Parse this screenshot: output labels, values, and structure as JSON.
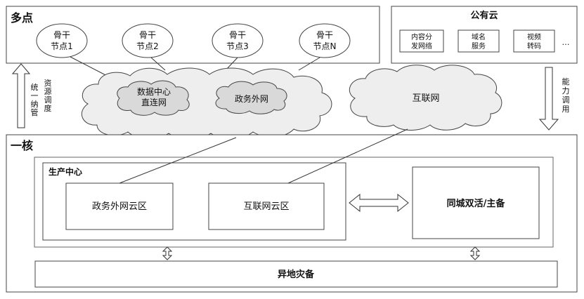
{
  "multi_point": {
    "title": "多点",
    "nodes": [
      {
        "line1": "骨干",
        "line2": "节点1"
      },
      {
        "line1": "骨干",
        "line2": "节点2"
      },
      {
        "line1": "骨干",
        "line2": "节点3"
      },
      {
        "line1": "骨干",
        "line2": "节点N"
      }
    ]
  },
  "public_cloud": {
    "title": "公有云",
    "services": [
      {
        "line1": "内容分",
        "line2": "发网络"
      },
      {
        "line1": "域名",
        "line2": "服务"
      },
      {
        "line1": "视频",
        "line2": "转码"
      }
    ],
    "ellipsis": "…"
  },
  "left_arrow_labels": {
    "col1": [
      "统",
      "一",
      "纳",
      "管"
    ],
    "col2": [
      "资",
      "源",
      "调",
      "度"
    ]
  },
  "right_arrow_labels": {
    "col1": [
      "能",
      "力",
      "调",
      "用"
    ]
  },
  "clouds": {
    "datacenter": {
      "line1": "数据中心",
      "line2": "直连网"
    },
    "gov_net": "政务外网",
    "internet": "互联网"
  },
  "one_core": {
    "title": "一核",
    "production": {
      "title": "生产中心",
      "gov_zone": "政务外网云区",
      "internet_zone": "互联网云区"
    },
    "active_standby": "同城双活/主备",
    "disaster_recovery": "异地灾备"
  }
}
